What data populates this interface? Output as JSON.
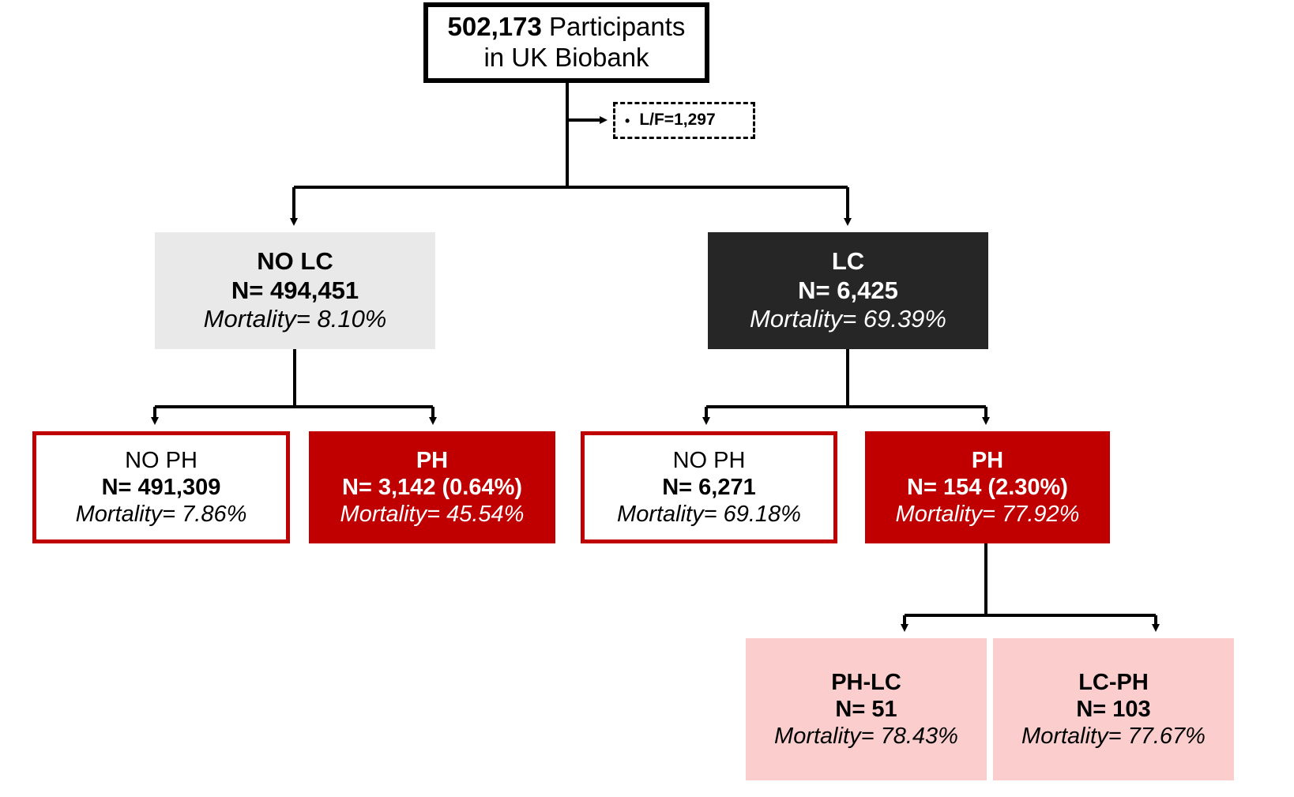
{
  "diagram": {
    "title": "UK Biobank lung cancer / pulmonary hypertension participant flow",
    "colors": {
      "root_border": "#000000",
      "no_lc_fill": "#E9E9E9",
      "lc_fill": "#262626",
      "ph_fill": "#C00000",
      "no_ph_border": "#C00000",
      "leaf_fill": "#FBCDCD",
      "connector": "#000000"
    }
  },
  "root": {
    "count": "502,173",
    "line1_rest": " Participants",
    "line2": "in UK Biobank"
  },
  "lost_followup": {
    "bullet": "•",
    "label": "L/F=1,297"
  },
  "level2": {
    "no_lc": {
      "title": "NO LC",
      "n": "N= 494,451",
      "mortality": "Mortality= 8.10%"
    },
    "lc": {
      "title": "LC",
      "n": "N= 6,425",
      "mortality": "Mortality= 69.39%"
    }
  },
  "level3": {
    "no_lc_no_ph": {
      "title": "NO PH",
      "n": "N= 491,309",
      "mortality": "Mortality= 7.86%"
    },
    "no_lc_ph": {
      "title": "PH",
      "n": "N= 3,142 (0.64%)",
      "mortality": "Mortality= 45.54%"
    },
    "lc_no_ph": {
      "title": "NO PH",
      "n": "N= 6,271",
      "mortality": "Mortality= 69.18%"
    },
    "lc_ph": {
      "title": "PH",
      "n": "N= 154 (2.30%)",
      "mortality": "Mortality= 77.92%"
    }
  },
  "level4": {
    "ph_lc": {
      "title": "PH-LC",
      "n": "N= 51",
      "mortality": "Mortality= 78.43%"
    },
    "lc_ph": {
      "title": "LC-PH",
      "n": "N= 103",
      "mortality": "Mortality= 77.67%"
    }
  }
}
